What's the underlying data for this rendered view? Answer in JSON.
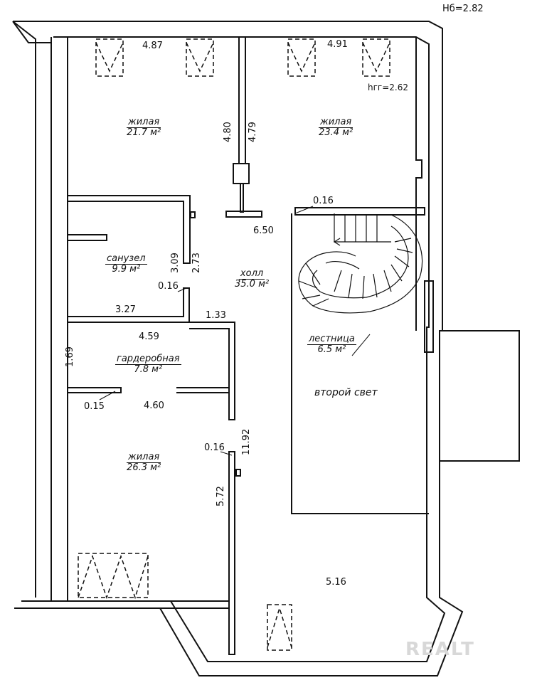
{
  "header": {
    "ceiling_height_total": "Hб=2.82",
    "ceiling_height_inner": "hгг=2.62"
  },
  "rooms": {
    "living_nw": {
      "name": "жилая",
      "area": "21.7 м²"
    },
    "living_ne": {
      "name": "жилая",
      "area": "23.4 м²"
    },
    "bathroom": {
      "name": "санузел",
      "area": "9.9 м²"
    },
    "hall": {
      "name": "холл",
      "area": "35.0 м²"
    },
    "wardrobe": {
      "name": "гардеробная",
      "area": "7.8 м²"
    },
    "stairs": {
      "name": "лестница",
      "area": "6.5 м²"
    },
    "living_sw": {
      "name": "жилая",
      "area": "26.3 м²"
    },
    "second_light": {
      "name": "второй свет"
    }
  },
  "dimensions": {
    "d_487": "4.87",
    "d_491": "4.91",
    "d_480": "4.80",
    "d_479": "4.79",
    "d_016_a": "0.16",
    "d_650": "6.50",
    "d_309": "3.09",
    "d_273": "2.73",
    "d_016_b": "0.16",
    "d_327": "3.27",
    "d_133": "1.33",
    "d_459": "4.59",
    "d_169": "1.69",
    "d_015": "0.15",
    "d_460": "4.60",
    "d_016_c": "0.16",
    "d_1192": "11.92",
    "d_572": "5.72",
    "d_516": "5.16"
  },
  "watermark": "REALT"
}
